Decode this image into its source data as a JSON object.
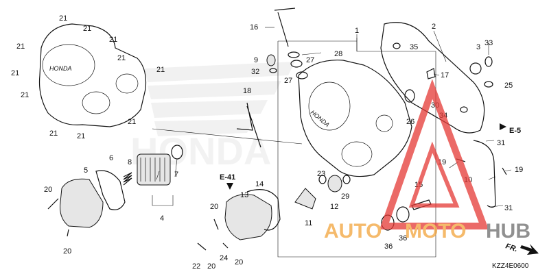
{
  "diagram": {
    "code": "KZZ4E0600",
    "brand_text": "HONDA",
    "direction_label": "FR.",
    "refs": {
      "e5": "E-5",
      "e41": "E-41"
    },
    "watermark": {
      "auto": "AUTO",
      "moto": "MOTO",
      "hub": "HUB"
    },
    "callouts": {
      "c1": "1",
      "c2": "2",
      "c3": "3",
      "c4": "4",
      "c5": "5",
      "c6": "6",
      "c7": "7",
      "c8": "8",
      "c9": "9",
      "c10": "10",
      "c11": "11",
      "c12": "12",
      "c13": "13",
      "c14": "14",
      "c15": "15",
      "c16": "16",
      "c17": "17",
      "c18": "18",
      "c19a": "19",
      "c19b": "19",
      "c20a": "20",
      "c20b": "20",
      "c20c": "20",
      "c20d": "20",
      "c20e": "20",
      "c21a": "21",
      "c21b": "21",
      "c21c": "21",
      "c21d": "21",
      "c21e": "21",
      "c21f": "21",
      "c21g": "21",
      "c21h": "21",
      "c21i": "21",
      "c21j": "21",
      "c21k": "21",
      "c22": "22",
      "c23": "23",
      "c24": "24",
      "c25": "25",
      "c26": "26",
      "c27a": "27",
      "c27b": "27",
      "c28": "28",
      "c29": "29",
      "c30": "30",
      "c31a": "31",
      "c31b": "31",
      "c32": "32",
      "c33": "33",
      "c34": "34",
      "c35": "35",
      "c36a": "36",
      "c36b": "36"
    },
    "colors": {
      "line": "#111111",
      "watermark_red": "#e53935",
      "watermark_orange": "#f2a33a",
      "watermark_gray": "#6b6b6b"
    }
  }
}
